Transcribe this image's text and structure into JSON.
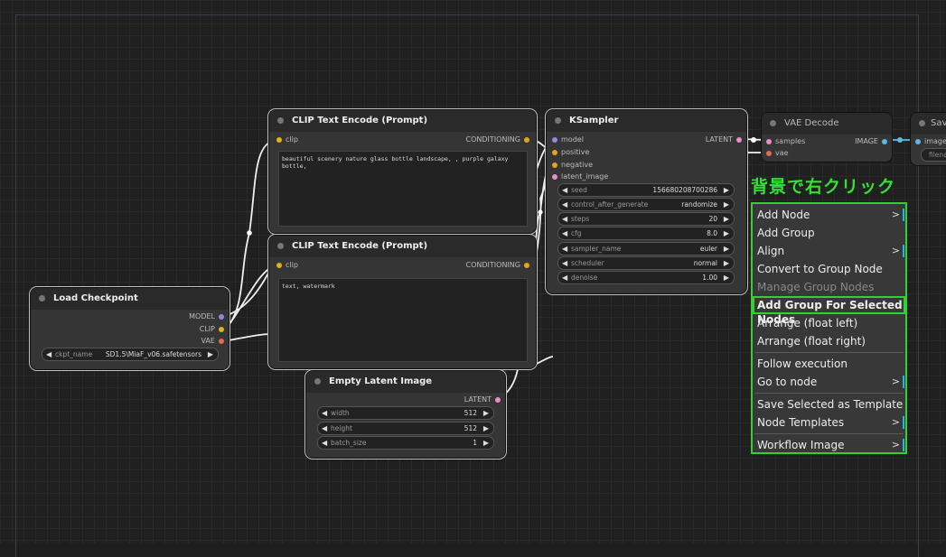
{
  "annotation": "背景で右クリック",
  "nodes": {
    "clip_top": {
      "title": "CLIP Text Encode (Prompt)",
      "input": "clip",
      "output": "CONDITIONING",
      "text": "beautiful scenery nature glass bottle landscape, , purple galaxy bottle,"
    },
    "clip_bottom": {
      "title": "CLIP Text Encode (Prompt)",
      "input": "clip",
      "output": "CONDITIONING",
      "text": "text, watermark"
    },
    "ksampler": {
      "title": "KSampler",
      "inputs": [
        "model",
        "positive",
        "negative",
        "latent_image"
      ],
      "output": "LATENT",
      "widgets": [
        {
          "label": "seed",
          "value": "156680208700286"
        },
        {
          "label": "control_after_generate",
          "value": "randomize"
        },
        {
          "label": "steps",
          "value": "20"
        },
        {
          "label": "cfg",
          "value": "8.0"
        },
        {
          "label": "sampler_name",
          "value": "euler"
        },
        {
          "label": "scheduler",
          "value": "normal"
        },
        {
          "label": "denoise",
          "value": "1.00"
        }
      ]
    },
    "vae_decode": {
      "title": "VAE Decode",
      "inputs": [
        "samples",
        "vae"
      ],
      "output": "IMAGE"
    },
    "save": {
      "title": "Save",
      "input": "images",
      "widget": "filena"
    },
    "checkpoint": {
      "title": "Load Checkpoint",
      "outputs": [
        "MODEL",
        "CLIP",
        "VAE"
      ],
      "widget": {
        "label": "ckpt_name",
        "value": "SD1.5\\MiaF_v06.safetensors"
      }
    },
    "latent": {
      "title": "Empty Latent Image",
      "output": "LATENT",
      "widgets": [
        {
          "label": "width",
          "value": "512"
        },
        {
          "label": "height",
          "value": "512"
        },
        {
          "label": "batch_size",
          "value": "1"
        }
      ]
    }
  },
  "menu": {
    "items": [
      {
        "label": "Add Node",
        "submenu": true,
        "disabled": false
      },
      {
        "label": "Add Group",
        "submenu": false,
        "disabled": false
      },
      {
        "label": "Align",
        "submenu": true,
        "disabled": false
      },
      {
        "label": "Convert to Group Node",
        "submenu": false,
        "disabled": false
      },
      {
        "label": "Manage Group Nodes",
        "submenu": false,
        "disabled": true
      },
      {
        "label": "Add Group For Selected Nodes",
        "submenu": false,
        "disabled": false,
        "highlighted": true
      },
      {
        "label": "Arrange (float left)",
        "submenu": false,
        "disabled": false
      },
      {
        "label": "Arrange (float right)",
        "submenu": false,
        "disabled": false
      },
      {
        "label": "Follow execution",
        "submenu": false,
        "disabled": false
      },
      {
        "label": "Go to node",
        "submenu": true,
        "disabled": false
      },
      {
        "label": "Save Selected as Template",
        "submenu": false,
        "disabled": false
      },
      {
        "label": "Node Templates",
        "submenu": true,
        "disabled": false
      },
      {
        "label": "Workflow Image",
        "submenu": true,
        "disabled": false
      }
    ]
  },
  "colors": {
    "annotation": "#34e035",
    "menu_border": "#32d034",
    "submenu_bar": "#1fb5e5",
    "model_slot": "#8c8cdf",
    "clip_slot": "#e0b21b",
    "vae_slot": "#e06b4a",
    "conditioning_slot": "#e0a51b",
    "latent_slot": "#e88fc8",
    "image_slot": "#5fb8e0"
  }
}
